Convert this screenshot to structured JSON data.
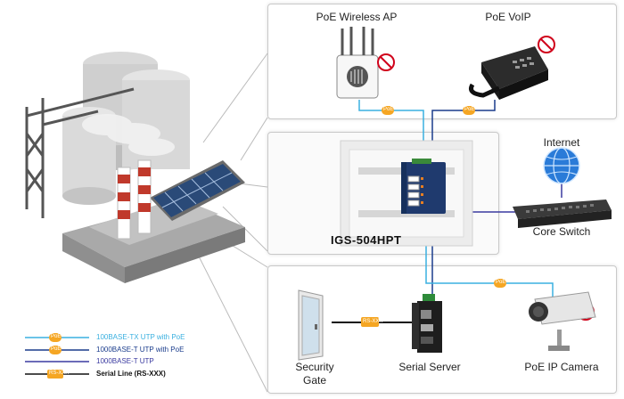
{
  "devices": {
    "wireless_ap": "PoE Wireless AP",
    "voip": "PoE VoIP",
    "switch_model": "IGS-504HPT",
    "internet": "Internet",
    "core_switch": "Core Switch",
    "security_gate": "Security\nGate",
    "serial_server": "Serial Server",
    "ip_camera": "PoE IP Camera"
  },
  "badges": {
    "poe": "PoE",
    "rs_xxx": "RS-XXX"
  },
  "legend": [
    {
      "text": "100BASE-TX UTP with PoE",
      "color": "#3ab0e0"
    },
    {
      "text": "1000BASE-T UTP with PoE",
      "color": "#1a3c8c"
    },
    {
      "text": "1000BASE-T UTP",
      "color": "#3a3aa0"
    },
    {
      "text": "Serial Line (RS-XXX)",
      "color": "#111111"
    }
  ],
  "colors": {
    "line_light": "#3ab0e0",
    "line_dark": "#1a3c8c",
    "line_gbe": "#3a3aa0",
    "serial": "#111111",
    "badge": "#f5a623"
  }
}
